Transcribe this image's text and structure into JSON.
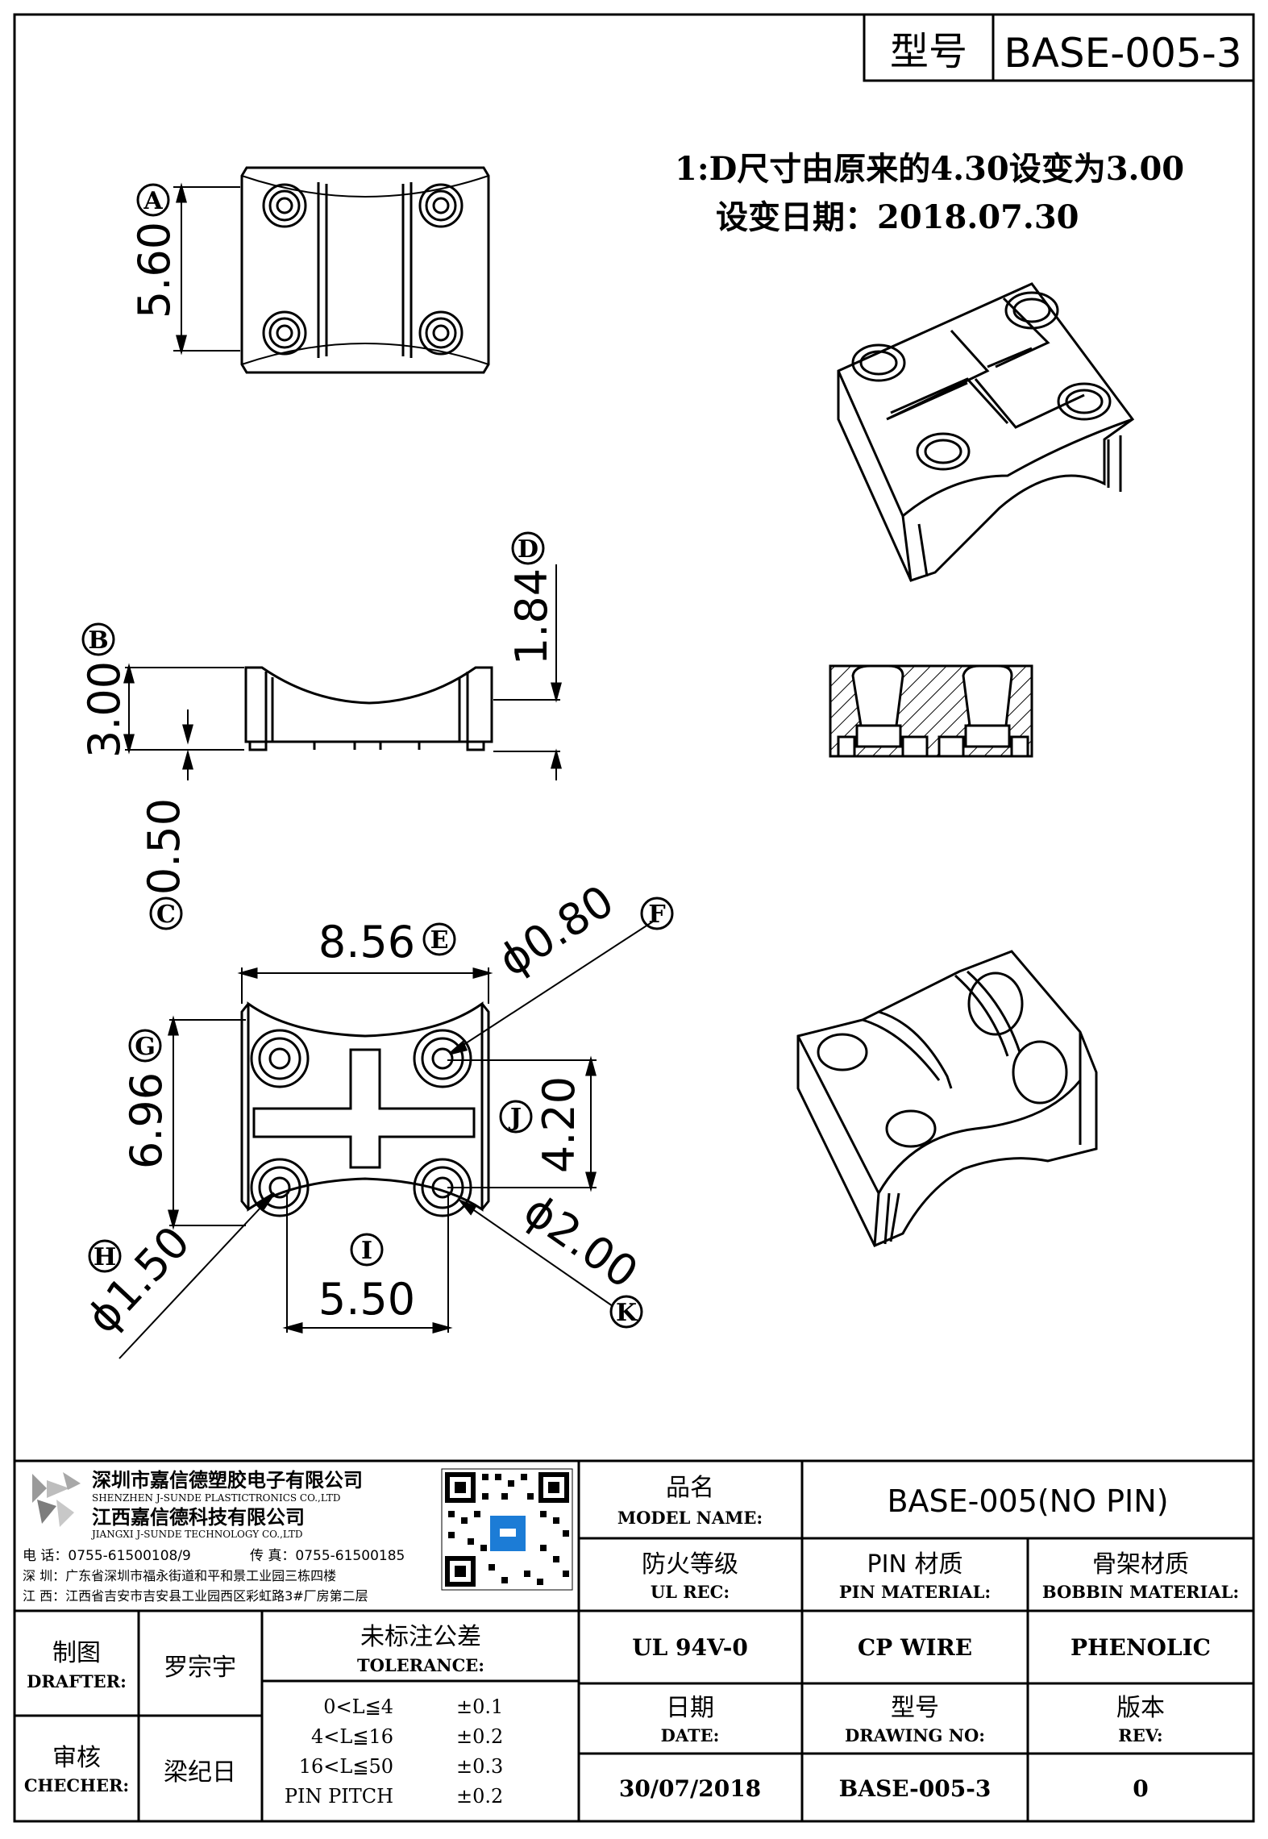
{
  "header": {
    "model_label": "型号",
    "model_value": "BASE-005-3"
  },
  "revision_note": {
    "line1": "1:D尺寸由原来的4.30设变为3.00",
    "line2": "设变日期：2018.07.30"
  },
  "dimensions": {
    "A": {
      "letter": "A",
      "value": "5.60"
    },
    "B": {
      "letter": "B",
      "value": "3.00"
    },
    "C": {
      "letter": "C",
      "value": "0.50"
    },
    "D": {
      "letter": "D",
      "value": "1.84"
    },
    "E": {
      "letter": "E",
      "value": "8.56"
    },
    "F": {
      "letter": "F",
      "value": "ϕ0.80"
    },
    "G": {
      "letter": "G",
      "value": "6.96"
    },
    "H": {
      "letter": "H",
      "value": "ϕ1.50"
    },
    "I": {
      "letter": "I",
      "value": "5.50"
    },
    "J": {
      "letter": "J",
      "value": "4.20"
    },
    "K": {
      "letter": "K",
      "value": "ϕ2.00"
    }
  },
  "company": {
    "name_cn_1": "深圳市嘉信德塑胶电子有限公司",
    "name_en_1": "SHENZHEN J-SUNDE PLASTICTRONICS CO.,LTD",
    "name_cn_2": "江西嘉信德科技有限公司",
    "name_en_2": "JIANGXI J-SUNDE TECHNOLOGY CO.,LTD",
    "phone": "电 话：0755-61500108/9",
    "fax": "传 真：0755-61500185",
    "addr_sz": "深 圳：广东省深圳市福永街道和平和景工业园三栋四楼",
    "addr_jx": "江 西：江西省吉安市吉安县工业园西区彩虹路3#厂房第二层"
  },
  "title_block": {
    "model_name_cn": "品名",
    "model_name_en": "MODEL NAME:",
    "model_name_value": "BASE-005(NO PIN)",
    "ul_cn": "防火等级",
    "ul_en": "UL REC:",
    "pin_mat_cn": "PIN 材质",
    "pin_mat_en": "PIN MATERIAL:",
    "bobbin_cn": "骨架材质",
    "bobbin_en": "BOBBIN MATERIAL:",
    "ul_value": "UL 94V-0",
    "pin_value": "CP WIRE",
    "bobbin_value": "PHENOLIC",
    "drafter_cn": "制图",
    "drafter_en": "DRAFTER:",
    "drafter_name": "罗宗宇",
    "checker_cn": "审核",
    "checker_en": "CHECHER:",
    "checker_name": "梁纪日",
    "tolerance_cn": "未标注公差",
    "tolerance_en": "TOLERANCE:",
    "tolerances": [
      {
        "range": "0<L≦4",
        "value": "±0.1"
      },
      {
        "range": "4<L≦16",
        "value": "±0.2"
      },
      {
        "range": "16<L≦50",
        "value": "±0.3"
      },
      {
        "range": "PIN PITCH",
        "value": "±0.2"
      }
    ],
    "date_cn": "日期",
    "date_en": "DATE:",
    "drawing_cn": "型号",
    "drawing_en": "DRAWING NO:",
    "rev_cn": "版本",
    "rev_en": "REV:",
    "date_value": "30/07/2018",
    "drawing_value": "BASE-005-3",
    "rev_value": "0"
  }
}
